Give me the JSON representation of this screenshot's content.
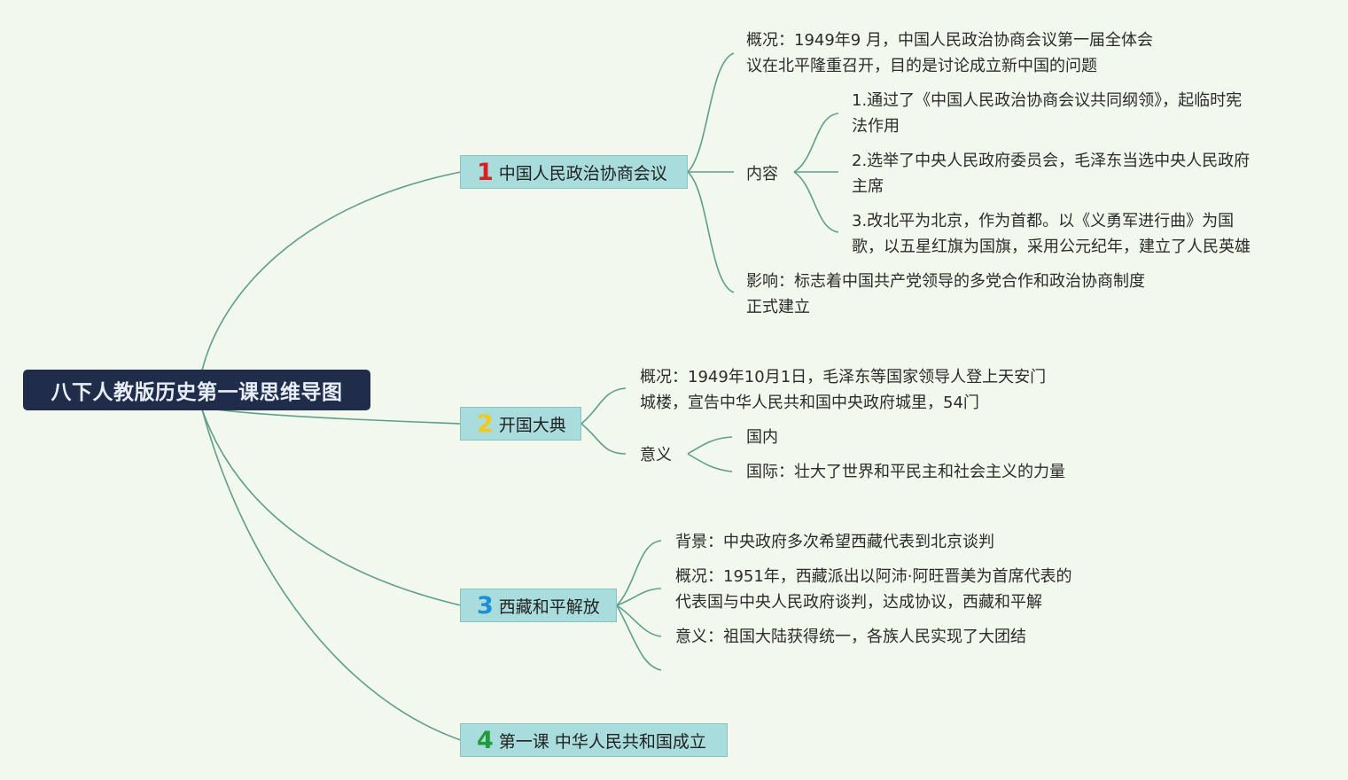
{
  "root": {
    "title": "八下人教版历史第一课思维导图"
  },
  "colors": {
    "n1": "#d92121",
    "n2": "#f2c81c",
    "n3": "#1e8fd6",
    "n4": "#1f9d3a"
  },
  "branch1": {
    "num": "1",
    "label": "中国人民政治协商会议",
    "gaikuang_1": "概况：1949年9 月，中国人民政治协商会议第一届全体会",
    "gaikuang_2": "议在北平隆重召开，目的是讨论成立新中国的问题",
    "neirong": "内容",
    "c1_1": "1.通过了《中国人民政治协商会议共同纲领》，起临时宪",
    "c1_2": "法作用",
    "c2_1": "2.选举了中央人民政府委员会，毛泽东当选中央人民政府",
    "c2_2": "主席",
    "c3_1": "3.改北平为北京，作为首都。以《义勇军进行曲》为国",
    "c3_2": "歌，以五星红旗为国旗，采用公元纪年，建立了人民英雄",
    "yingxiang_1": "影响：标志着中国共产党领导的多党合作和政治协商制度",
    "yingxiang_2": "正式建立"
  },
  "branch2": {
    "num": "2",
    "label": "开国大典",
    "gaikuang_1": "概况：1949年10月1日，毛泽东等国家领导人登上天安门",
    "gaikuang_2": "城楼，宣告中华人民共和国中央政府城里，54门",
    "yiyi": "意义",
    "guonei": "国内",
    "guoji": "国际：壮大了世界和平民主和社会主义的力量"
  },
  "branch3": {
    "num": "3",
    "label": "西藏和平解放",
    "beijing": "背景：中央政府多次希望西藏代表到北京谈判",
    "gaikuang_1": "概况：1951年，西藏派出以阿沛·阿旺晋美为首席代表的",
    "gaikuang_2": "代表国与中央人民政府谈判，达成协议，西藏和平解",
    "yiyi": "意义：祖国大陆获得统一，各族人民实现了大团结"
  },
  "branch4": {
    "num": "4",
    "label": "第一课 中华人民共和国成立"
  }
}
